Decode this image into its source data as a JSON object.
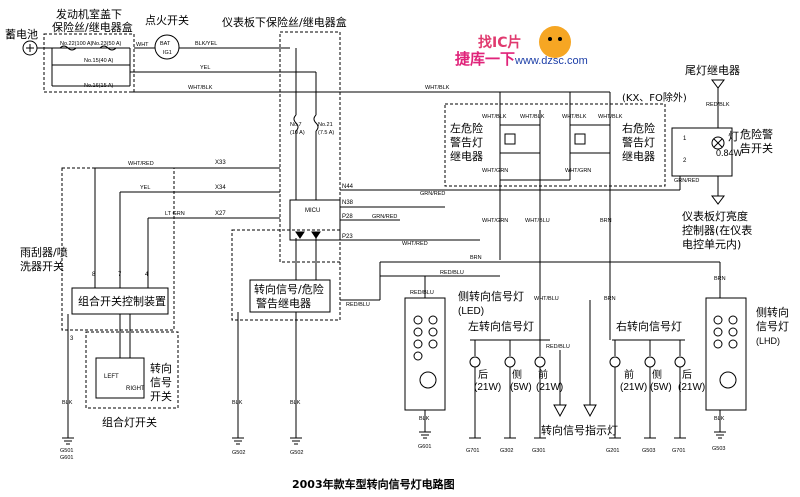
{
  "title": "2003年款车型转向信号灯电路图",
  "watermark": {
    "line1": "捷库一下",
    "line2": "www.dzsc.com",
    "brand": "找IC片"
  },
  "labels": {
    "battery": "蓄电池",
    "underhood_box_l1": "发动机室盖下",
    "underhood_box_l2": "保险丝/继电器盒",
    "ignition_switch": "点火开关",
    "dash_box": "仪表板下保险丝/继电器盒",
    "tail_relay": "尾灯继电器",
    "exclude_note": "(KX、FO除外)",
    "left_hazard_l1": "左危险",
    "left_hazard_l2": "警告灯",
    "left_hazard_l3": "继电器",
    "right_hazard_l1": "右危险",
    "right_hazard_l2": "警告灯",
    "right_hazard_l3": "继电器",
    "lamp_text": "灯",
    "lamp_power": "0.84W",
    "hazard_switch_l1": "危险警",
    "hazard_switch_l2": "告开关",
    "dimmer_l1": "仪表板灯亮度",
    "dimmer_l2": "控制器(在仪表",
    "dimmer_l3": "电控单元内)",
    "wiper_l1": "雨刮器/喷",
    "wiper_l2": "洗器开关",
    "combo_ctrl": "组合开关控制装置",
    "flasher_l1": "转向信号/危险",
    "flasher_l2": "警告继电器",
    "micu": "MICU",
    "side_led_l1": "侧转向信号灯",
    "side_led_l2": "(LED)",
    "left_turn": "左转向信号灯",
    "right_turn": "右转向信号灯",
    "side_lhd_l1": "侧转向",
    "side_lhd_l2": "信号灯",
    "side_lhd_l3": "(LHD)",
    "rear": "后",
    "side": "侧",
    "front": "前",
    "w21": "(21W)",
    "w5": "(5W)",
    "indicator": "转向信号指示灯",
    "turn_switch_l1": "转向",
    "turn_switch_l2": "信号",
    "turn_switch_l3": "开关",
    "left": "LEFT",
    "right": "RIGHT",
    "combo_light_switch": "组合灯开关",
    "bat": "BAT",
    "ig1": "IG1"
  },
  "fuses": {
    "f22": "No.22(100 A)",
    "f23": "No.23(50 A)",
    "f15": "No.15(40 A)",
    "f16": "No.16(15 A)",
    "f7a": "No.7",
    "f7b": "(10 A)",
    "f21a": "No.21",
    "f21b": "(7.5 A)"
  },
  "wires": {
    "wht": "WHT",
    "blk_yel": "BLK/YEL",
    "yel": "YEL",
    "wht_blk": "WHT/BLK",
    "wht_red": "WHT/RED",
    "lt_grn": "LT GRN",
    "grn_red": "GRN/RED",
    "wht_grn": "WHT/GRN",
    "wht_blu": "WHT/BLU",
    "brn": "BRN",
    "red_blu": "RED/BLU",
    "red_blk": "RED/BLK",
    "blk": "BLK"
  },
  "pins": {
    "x33": "X33",
    "x34": "X34",
    "x27": "X27",
    "n44": "N44",
    "n38": "N38",
    "p28": "P28",
    "p23": "P23",
    "p8": "8",
    "p7": "7",
    "p4": "4",
    "p3": "3",
    "p1": "1",
    "p2": "2"
  },
  "grounds": {
    "g601": "G601",
    "g501": "G501",
    "g502": "G502",
    "g503": "G503",
    "g302": "G302",
    "g301": "G301",
    "g701": "G701",
    "g201": "G201"
  }
}
